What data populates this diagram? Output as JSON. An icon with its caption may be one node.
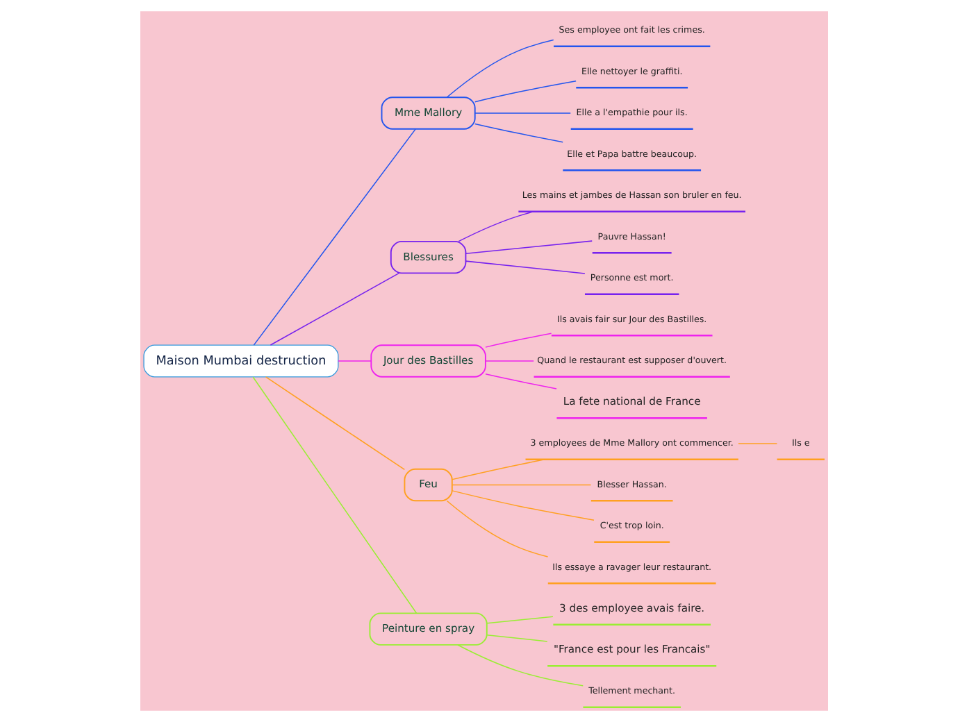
{
  "diagram": {
    "nodes": [
      {
        "text": [
          "Maison Mumbai destruction"
        ]
      },
      {
        "text": [
          "Mme Mallory"
        ]
      },
      {
        "text": [
          "Ses employee ont fait les crimes."
        ]
      },
      {
        "text": [
          "Elle nettoyer le graffiti."
        ]
      },
      {
        "text": [
          "Elle a l'empathie pour ils."
        ]
      },
      {
        "text": [
          "Elle et Papa battre beaucoup."
        ]
      },
      {
        "text": [
          "Blessures"
        ]
      },
      {
        "text": [
          "Les mains et jambes de Hassan son bruler en feu."
        ]
      },
      {
        "text": [
          "Pauvre Hassan!"
        ]
      },
      {
        "text": [
          "Personne est mort."
        ]
      },
      {
        "text": [
          "Jour des Bastilles"
        ]
      },
      {
        "text": [
          "Ils avais fair sur Jour des Bastilles."
        ]
      },
      {
        "text": [
          "Quand le restaurant est supposer d'ouvert."
        ]
      },
      {
        "text": [
          "La fete national de France"
        ]
      },
      {
        "text": [
          "Feu"
        ]
      },
      {
        "text": [
          "3 employees de Mme Mallory ont commencer."
        ]
      },
      {
        "text": [
          "Ils e"
        ]
      },
      {
        "text": [
          "Blesser Hassan."
        ]
      },
      {
        "text": [
          "C'est trop loin."
        ]
      },
      {
        "text": [
          "Ils essaye a ravager leur restaurant."
        ]
      },
      {
        "text": [
          "Peinture en spray"
        ]
      },
      {
        "text": [
          "3 des employee avais faire."
        ]
      },
      {
        "text": [
          "\"France est pour les Francais\""
        ]
      },
      {
        "text": [
          "Tellement mechant."
        ]
      }
    ],
    "edges": [
      {
        "from": 0,
        "to": 1,
        "arrow": "none",
        "color": "#2255ee"
      },
      {
        "from": 1,
        "to": 2,
        "arrow": "none",
        "color": "#2255ee"
      },
      {
        "from": 1,
        "to": 3,
        "arrow": "none",
        "color": "#2255ee"
      },
      {
        "from": 1,
        "to": 4,
        "arrow": "none",
        "color": "#2255ee"
      },
      {
        "from": 1,
        "to": 5,
        "arrow": "none",
        "color": "#2255ee"
      },
      {
        "from": 0,
        "to": 6,
        "arrow": "none",
        "color": "#7722ee"
      },
      {
        "from": 6,
        "to": 7,
        "arrow": "none",
        "color": "#7722ee"
      },
      {
        "from": 6,
        "to": 8,
        "arrow": "none",
        "color": "#7722ee"
      },
      {
        "from": 6,
        "to": 9,
        "arrow": "none",
        "color": "#7722ee"
      },
      {
        "from": 0,
        "to": 10,
        "arrow": "none",
        "color": "#ee22ee"
      },
      {
        "from": 10,
        "to": 11,
        "arrow": "none",
        "color": "#ee22ee"
      },
      {
        "from": 10,
        "to": 12,
        "arrow": "none",
        "color": "#ee22ee"
      },
      {
        "from": 10,
        "to": 13,
        "arrow": "none",
        "color": "#ee22ee"
      },
      {
        "from": 0,
        "to": 14,
        "arrow": "none",
        "color": "#ffa020"
      },
      {
        "from": 14,
        "to": 15,
        "arrow": "none",
        "color": "#ffa020"
      },
      {
        "from": 15,
        "to": 16,
        "arrow": "none",
        "color": "#ffa020"
      },
      {
        "from": 14,
        "to": 17,
        "arrow": "none",
        "color": "#ffa020"
      },
      {
        "from": 14,
        "to": 18,
        "arrow": "none",
        "color": "#ffa020"
      },
      {
        "from": 14,
        "to": 19,
        "arrow": "none",
        "color": "#ffa020"
      },
      {
        "from": 0,
        "to": 20,
        "arrow": "none",
        "color": "#99ee33"
      },
      {
        "from": 20,
        "to": 21,
        "arrow": "none",
        "color": "#99ee33"
      },
      {
        "from": 20,
        "to": 22,
        "arrow": "none",
        "color": "#99ee33"
      },
      {
        "from": 20,
        "to": 23,
        "arrow": "none",
        "color": "#99ee33"
      }
    ]
  }
}
